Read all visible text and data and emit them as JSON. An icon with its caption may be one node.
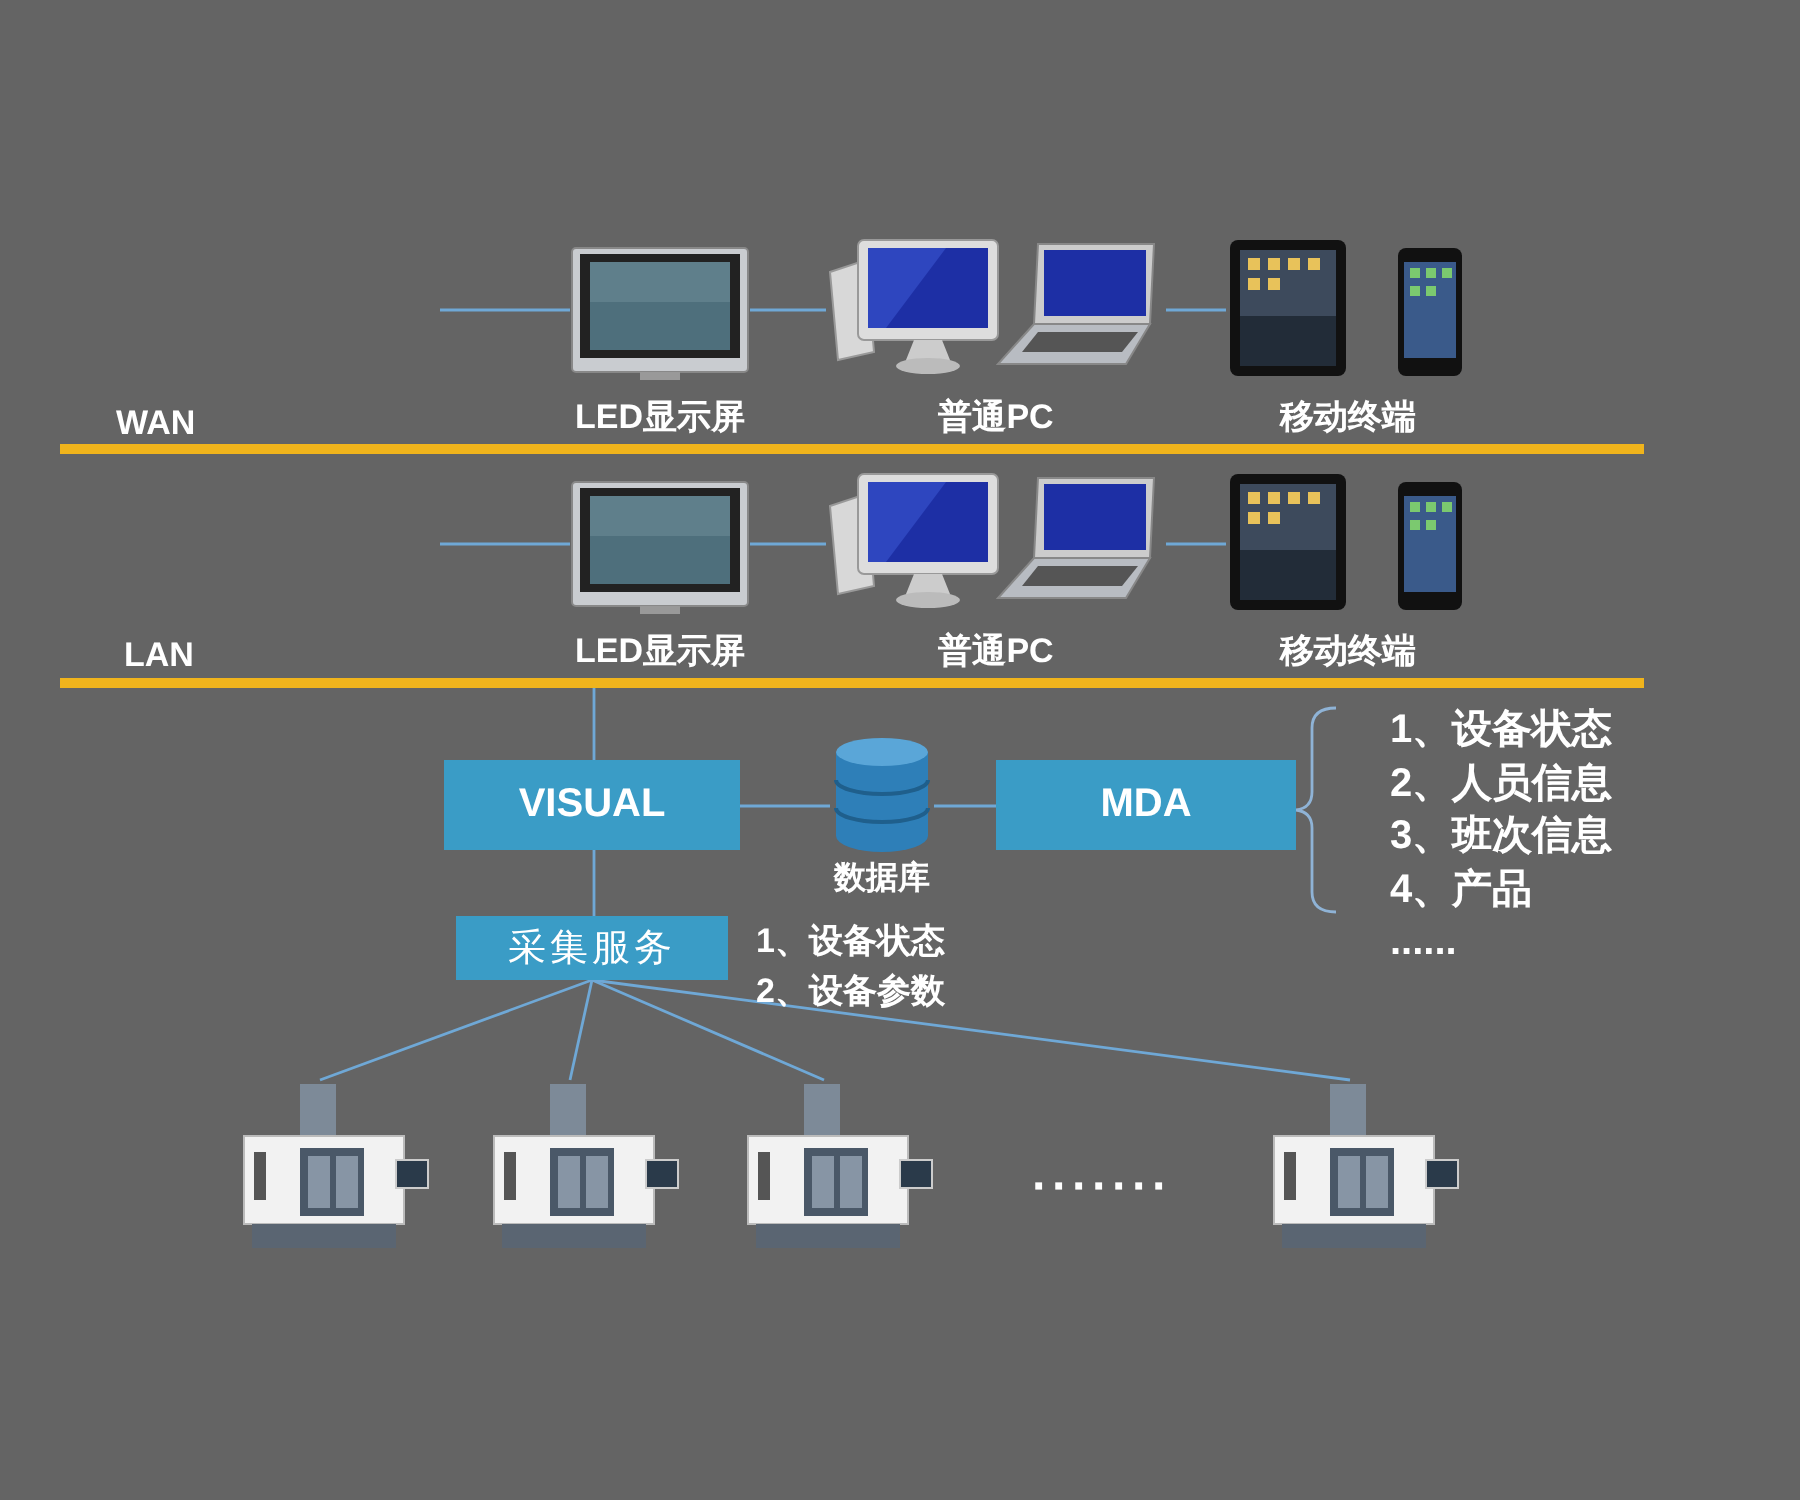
{
  "diagram": {
    "nodes": [
      {
        "text": [
          "LED显示屏"
        ]
      },
      {
        "text": [
          "普通PC"
        ]
      },
      {
        "text": [
          "移动终端"
        ]
      },
      {
        "text": [],
        "shape": "bar",
        "beside": [
          "WAN"
        ]
      },
      {
        "text": [
          "LED显示屏"
        ]
      },
      {
        "text": [
          "普通PC"
        ]
      },
      {
        "text": [
          "移动终端"
        ]
      },
      {
        "text": [],
        "shape": "bar",
        "beside": [
          "LAN"
        ]
      },
      {
        "text": [
          "VISUAL"
        ]
      },
      {
        "text": [
          "数据库"
        ]
      },
      {
        "text": [
          "MDA"
        ],
        "beside": [
          "1、设备状态",
          "2、人员信息",
          "3、班次信息",
          "4、产品",
          "......"
        ]
      },
      {
        "text": [
          "采集服务"
        ],
        "beside": [
          "1、设备状态",
          "2、设备参数"
        ]
      },
      {
        "text": [],
        "shape": "picture"
      },
      {
        "text": [],
        "shape": "picture"
      },
      {
        "text": [],
        "shape": "picture"
      },
      {
        "text": [],
        "shape": "picture"
      }
    ],
    "edges": [
      {
        "from": 0,
        "to": 1,
        "arrow": "none"
      },
      {
        "from": 1,
        "to": 2,
        "arrow": "none"
      },
      {
        "from": null,
        "to": 0,
        "arrow": "none"
      },
      {
        "from": 4,
        "to": 5,
        "arrow": "none"
      },
      {
        "from": 5,
        "to": 6,
        "arrow": "none"
      },
      {
        "from": null,
        "to": 4,
        "arrow": "none"
      },
      {
        "from": 7,
        "to": 8,
        "arrow": "none"
      },
      {
        "from": 8,
        "to": 9,
        "arrow": "none"
      },
      {
        "from": 9,
        "to": 10,
        "arrow": "none"
      },
      {
        "from": 8,
        "to": 11,
        "arrow": "none"
      },
      {
        "from": 11,
        "to": 12,
        "arrow": "none"
      },
      {
        "from": 11,
        "to": 13,
        "arrow": "none"
      },
      {
        "from": 11,
        "to": 14,
        "arrow": "none"
      },
      {
        "from": 11,
        "to": 15,
        "arrow": "none"
      }
    ],
    "labels": [
      "·······"
    ]
  }
}
